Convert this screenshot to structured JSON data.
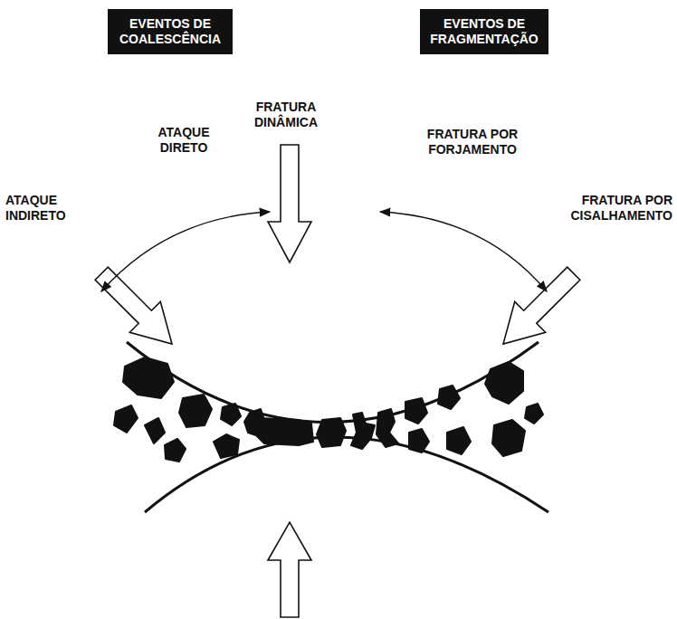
{
  "diagram": {
    "nodes": [
      {
        "text": [
          "EVENTOS DE COALESCÊNCIA"
        ]
      },
      {
        "text": [
          "EVENTOS DE FRAGMENTAÇÃO"
        ]
      }
    ],
    "labels": [
      "ATAQUE DIRETO",
      "ATAQUE INDIRETO",
      "FRATURA DINÂMICA",
      "FRATURA POR FORJAMENTO",
      "FRATURA POR CISALHAMENTO"
    ]
  }
}
